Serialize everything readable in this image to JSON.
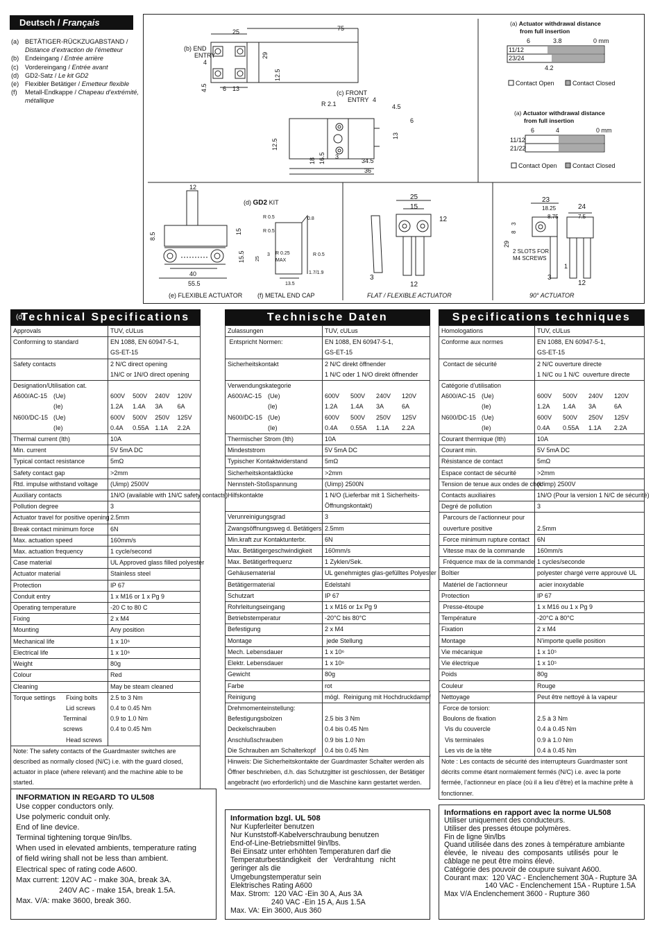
{
  "legend": {
    "title_de": "Deutsch",
    "title_sep": "/",
    "title_fr": "Français",
    "items": [
      {
        "key": "(a)",
        "de": "BETÄTIGER-RÜCKZUGABSTAND /",
        "fr": "Distance d’extraction de l’émetteur"
      },
      {
        "key": "(b)",
        "de": "Endeingang /",
        "fr": "Entrée  arrière"
      },
      {
        "key": "(c)",
        "de": "Vordereingang /",
        "fr": "Entrée avant"
      },
      {
        "key": "(d)",
        "de": "GD2-Satz /",
        "fr": "Le kit GD2"
      },
      {
        "key": "(e)",
        "de": "Flexibler Betätiger /",
        "fr": "Emetteur flexible"
      },
      {
        "key": "(f)",
        "de": "Metall-Endkappe /",
        "fr": "Chapeau d’extrémité, métallique"
      }
    ]
  },
  "drawing": {
    "top_dims": {
      "d25": "25",
      "d75": "75",
      "d29": "29",
      "d12_5": "12.5",
      "d4": "4",
      "d4_5": "4.5",
      "d6": "6",
      "d13": "13"
    },
    "end_entry": "(b) END\nENTRY",
    "front_entry": "(c) FRONT\nENTRY",
    "front_dims": {
      "r": "R 2.1",
      "d4": "4",
      "d4_5": "4.5",
      "d6": "6",
      "d13": "13",
      "d12_5": "12.5",
      "d18": "18",
      "d16_5": "16.5",
      "d3": "3",
      "d34_5": "34.5",
      "d36": "36"
    },
    "withdrawal1": {
      "title_key": "(a)",
      "title": "Actuator withdrawal distance",
      "title2": "from full insertion",
      "scale": [
        "6",
        "3.8",
        "0 mm"
      ],
      "rows": [
        "11/12",
        "23/24"
      ],
      "below": "4.2",
      "legend_open": "Contact Open",
      "legend_closed": "Contact Closed"
    },
    "withdrawal2": {
      "title_key": "(a)",
      "title": "Actuator withdrawal distance",
      "title2": "from full insertion",
      "scale": [
        "6",
        "4",
        "0 mm"
      ],
      "rows": [
        "11/12",
        "21/22"
      ],
      "legend_open": "Contact Open",
      "legend_closed": "Contact Closed"
    },
    "kit_label": "(d)",
    "kit_name": "GD2",
    "kit_suffix": "KIT",
    "flex_label": "(e) FLEXIBLE ACTUATOR",
    "cap_label": "(f) METAL END CAP",
    "flat_label": "FLAT / FLEXIBLE ACTUATOR",
    "ninety_label": "90° ACTUATOR",
    "flex_dims": {
      "d12": "12",
      "d8_5": "8.5",
      "d15": "15",
      "d15_5": "15.5",
      "d40": "40",
      "d55_5": "55.5"
    },
    "cap_dims": {
      "r05a": "R 0.5",
      "r05b": "R 0.5",
      "r05c": "R 0.5",
      "r025": "R 0.25",
      "max": "MAX",
      "d0_8": "0.8",
      "d25": "25",
      "d3": "3",
      "d13_5": "13.5",
      "d17": "1.7/1.9"
    },
    "flat_dims": {
      "d25": "25",
      "d15": "15",
      "d12": "12",
      "d3": "3",
      "d12b": "12"
    },
    "ninety_dims": {
      "d23": "23",
      "d18_25": "18.25",
      "d8_75": "8.75",
      "d24": "24",
      "d7_5": "7.5",
      "d3": "3",
      "d8": "8",
      "d29": "29",
      "slots": "2 SLOTS FOR\nM4 SCREWS",
      "d1": "1",
      "d3b": "3",
      "d12": "12"
    }
  },
  "spec_en": {
    "tag": "(d)",
    "title": "Technical Specifications",
    "rows": [
      [
        "Approvals",
        "TUV, cULus"
      ],
      [
        "Conforming to standard",
        "EN 1088, EN 60947-5-1,\nGS-ET-15"
      ],
      [
        "Safety contacts",
        "2 N/C direct opening\n1N/C or 1N/O direct opening"
      ],
      [
        "Designation/Utilisation cat.",
        ""
      ],
      [
        "Thermal current (Ith)",
        "10A"
      ],
      [
        "Min. current",
        "5V 5mA DC"
      ],
      [
        "Typical contact resistance",
        "5mΩ"
      ],
      [
        "Safety contact gap",
        ">2mm"
      ],
      [
        "Rtd. impulse withstand voltage",
        "(Uimp) 2500V"
      ],
      [
        "Auxiliary contacts",
        "1N/O (available with 1N/C safety contacts)"
      ],
      [
        "Pollution degree",
        "3"
      ],
      [
        "Actuator travel for positive opening",
        "2.5mm"
      ],
      [
        "Break contact minimum force",
        "6N"
      ],
      [
        "Max. actuation speed",
        "160mm/s"
      ],
      [
        "Max. actuation frequency",
        "1 cycle/second"
      ],
      [
        "Case material",
        "UL Approved glass filled polyester"
      ],
      [
        "Actuator material",
        "Stainless steel"
      ],
      [
        "Protection",
        "IP 67"
      ],
      [
        "Conduit entry",
        "1 x M16 or 1 x Pg 9"
      ],
      [
        "Operating temperature",
        "-20 C to 80 C"
      ],
      [
        "Fixing",
        "2 x M4"
      ],
      [
        "Mounting",
        "Any position"
      ],
      [
        "Mechanical life",
        "1 x 10⁶"
      ],
      [
        "Electrical life",
        "1 x 10⁶"
      ],
      [
        "Weight",
        "80g"
      ],
      [
        "Colour",
        "Red"
      ],
      [
        "Cleaning",
        "May be steam cleaned"
      ]
    ],
    "util": {
      "a600": "A600/AC-15",
      "n600": "N600/DC-15",
      "ue": "(Ue)",
      "ie": "(Ie)",
      "a_ue": [
        "600V",
        "500V",
        "240V",
        "120V"
      ],
      "a_ie": [
        "1.2A",
        "1.4A",
        "3A",
        "6A"
      ],
      "n_ue": [
        "600V",
        "500V",
        "250V",
        "125V"
      ],
      "n_ie": [
        "0.4A",
        "0.55A",
        "1.1A",
        "2.2A"
      ]
    },
    "torque": {
      "label": "Torque settings",
      "items": [
        [
          "Fixing bolts",
          "2.5 to 3 Nm"
        ],
        [
          "Lid screws",
          "0.4 to 0.45 Nm"
        ],
        [
          "Terminal screws",
          "0.9 to 1.0 Nm"
        ],
        [
          "Head screws",
          "0.4 to 0.45 Nm"
        ]
      ]
    },
    "note": "Note: The safety contacts of the Guardmaster switches are described as normally closed (N/C) i.e. with the guard closed, actuator in place (where relevant) and the machine able to be started."
  },
  "spec_de": {
    "title": "Technische Daten",
    "rows": [
      [
        "Zulassungen",
        "TUV, cULus"
      ],
      [
        " Entspricht Normen:",
        "EN 1088, EN 60947-5-1,\nGS-ET-15"
      ],
      [
        "Sicherheitskontakt",
        "2 N/C direkt öffnender\n1 N/C oder 1 N/O direkt öffnender"
      ],
      [
        "Verwendungskategorie",
        ""
      ],
      [
        "Thermischer Strom (Ith)",
        "10A"
      ],
      [
        "Mindeststrom",
        "5V 5mA DC"
      ],
      [
        "Typischer Kontaktwiderstand",
        "5mΩ"
      ],
      [
        "Sicherheitskontaktlücke",
        ">2mm"
      ],
      [
        "Nennsteh-Stoßspannung",
        "(Uimp) 2500N"
      ],
      [
        "Hilfskontakte",
        "1 N/O (Lieferbar mit 1 Sicherheits-\nÖffnungskontakt)"
      ],
      [
        "Verunreinigungsgrad",
        "3"
      ],
      [
        "Zwangsöffnungsweg d. Betätigers",
        "2.5mm"
      ],
      [
        "Min.kraft zur Kontaktunterbr.",
        "6N"
      ],
      [
        "Max. Betätigergeschwindigkeit",
        "160mm/s"
      ],
      [
        "Max. Betätigerfrequenz",
        "1 Zyklen/Sek."
      ],
      [
        "Gehäusematerial",
        "UL genehmigtes glas-gefülltes Polyester"
      ],
      [
        "Betätigermaterial",
        "Edelstahl"
      ],
      [
        "Schutzart",
        "IP 67"
      ],
      [
        "Rohrleitungseingang",
        "1 x M16 or 1x Pg 9"
      ],
      [
        "Betriebstemperatur",
        "-20°C bis 80°C"
      ],
      [
        "Befestigung",
        "2 x M4"
      ],
      [
        "Montage",
        " jede Stellung"
      ],
      [
        "Mech. Lebensdauer",
        "1 x 10⁶"
      ],
      [
        "Elektr. Lebensdauer",
        "1 x 10⁶"
      ],
      [
        "Gewicht",
        "80g"
      ],
      [
        "Farbe",
        "rot"
      ],
      [
        "Reinigung",
        "mögl.  Reinigung mit Hochdruckdampf"
      ]
    ],
    "util": {
      "a600": "A600/AC-15",
      "n600": "N600/DC-15",
      "ue": "(Ue)",
      "ie": "(Ie)",
      "a_ue": [
        "600V",
        "500V",
        "240V",
        "120V"
      ],
      "a_ie": [
        "1.2A",
        "1.4A",
        "3A",
        "6A"
      ],
      "n_ue": [
        "600V",
        "500V",
        "250V",
        "125V"
      ],
      "n_ie": [
        "0.4A",
        "0.55A",
        "1.1A",
        "2.2A"
      ]
    },
    "torque": {
      "label": "Drehmomenteinstellung:",
      "items": [
        [
          "Befestigungsbolzen",
          "2.5 bis 3 Nm"
        ],
        [
          "Deckelschrauben",
          "0.4 bis 0.45 Nm"
        ],
        [
          "Anschlußschrauben",
          "0.9 bis 1.0 Nm"
        ],
        [
          "Die Schrauben am Schalterkopf",
          "0.4 bis 0.45 Nm"
        ]
      ]
    },
    "note": "Hinweis: Die Sicherheitskontakte der Guardmaster Schalter werden als Öffner beschrieben, d.h. das Schutzgitter ist geschlossen, der Betätiger angebracht (wo erforderlich) und die Maschine kann gestartet werden."
  },
  "spec_fr": {
    "title": "Specifications techniques",
    "rows": [
      [
        "Homologations",
        "TUV, cULus"
      ],
      [
        "Conforme aux normes",
        "EN 1088, EN 60947-5-1,\nGS-ET-15"
      ],
      [
        " Contact de sécurité",
        "2 N/C ouverture directe\n1 N/C ou 1 N/C  ouverture directe"
      ],
      [
        " Catégorie d’utilisation",
        ""
      ],
      [
        "Courant thermique (Ith)",
        "10A"
      ],
      [
        "Courant min.",
        "5V 5mA DC"
      ],
      [
        "Résistance de contact",
        "5mΩ"
      ],
      [
        "Espace contact de sécurité",
        ">2mm"
      ],
      [
        "Tension de tenue aux ondes de choc",
        "(Uimp) 2500V"
      ],
      [
        "Contacts auxiliaires",
        "1N/O (Pour la version 1 N/C de sécurité)"
      ],
      [
        "Degré de pollution",
        "3"
      ],
      [
        " Parcours de l’actionneur pour\n ouverture positive",
        "\n2.5mm"
      ],
      [
        " Force minimum rupture contact",
        "6N"
      ],
      [
        " Vitesse max de la commande",
        "160mm/s"
      ],
      [
        " Fréquence max de la commande",
        "1 cycles/seconde"
      ],
      [
        "Boîtier",
        "polyester chargé verre approuvé UL"
      ],
      [
        " Matériel de l’actionneur",
        " acier inoxydable"
      ],
      [
        "Protection",
        "IP 67"
      ],
      [
        " Presse-étoupe",
        "1 x M16 ou 1 x Pg 9"
      ],
      [
        "Température",
        "-20°C à 80°C"
      ],
      [
        "Fixation",
        "2 x M4"
      ],
      [
        "Montage",
        "N’importe quelle position"
      ],
      [
        "Vie mécanique",
        "1 x 10⁵"
      ],
      [
        "Vie électrique",
        "1 x 10⁵"
      ],
      [
        "Poids",
        "80g"
      ],
      [
        "Couleur",
        "Rouge"
      ],
      [
        "Nettoyage",
        "Peut être nettoyé à la vapeur"
      ]
    ],
    "util": {
      "a600": "A600/AC-15",
      "n600": "N600/DC-15",
      "ue": "(Ue)",
      "ie": "(Ie)",
      "a_ue": [
        "600V",
        "500V",
        "240V",
        "120V"
      ],
      "a_ie": [
        "1.2A",
        "1.4A",
        "3A",
        "6A"
      ],
      "n_ue": [
        "600V",
        "500V",
        "250V",
        "125V"
      ],
      "n_ie": [
        "0.4A",
        "0.55A",
        "1.1A",
        "2.2A"
      ]
    },
    "torque": {
      "label": " Force de torsion:",
      "items": [
        [
          " Boulons de fixation",
          "2.5 à 3 Nm"
        ],
        [
          "  Vis du couvercle",
          "0.4 à 0.45 Nm"
        ],
        [
          "  Vis terminales",
          "0.9 à 1.0 Nm"
        ],
        [
          "  Les vis de la tête",
          "0.4 à 0.45 Nm"
        ]
      ]
    },
    "note": "Note : Les contacts de sécurité des interrupteurs Guardmaster sont décrits comme étant normalement fermés (N/C) i.e. avec la porte fermée, l’actionneur en place (où il a lieu d’être) et la machine prête à fonctionner."
  },
  "ul_en": {
    "title": "INFORMATION IN REGARD TO UL508",
    "lines": [
      "Use copper conductors only.",
      "Use polymeric conduit only.",
      "End of line device.",
      "Terminal tightening torque 9in/lbs.",
      "When used in elevated ambients, temperature rating",
      "of field wiring shall not be less than ambient.",
      "Electrical spec of rating code A600.",
      "Max current: 120V AC - make 30A, break 3A.",
      "                    240V AC - make 15A, break 1.5A.",
      "Max. V/A: make 3600, break 360."
    ]
  },
  "ul_de": {
    "title": "Information bzgl. UL 508",
    "lines": [
      "Nur Kupferleiter benutzen",
      "Nur Kunststoff-Kabelverschraubung benutzen",
      "End-of-Line-Betriebsmittel 9in/lbs.",
      "Bei Einsatz unter erhöhten Temperaturen darf die",
      "Temperaturbeständigkeit   der   Verdrahtung   nicht",
      "geringer als die",
      "Umgebungstemperatur sein",
      "Elektrisches Rating A600",
      "Max. Strom:  120 VAC -Ein 30 A, Aus 3A",
      "                    240 VAC -Ein 15 A, Aus 1.5A",
      "Max. VA: Ein 3600, Aus 360"
    ]
  },
  "ul_fr": {
    "title": "Informations en rapport avec la norme UL508",
    "lines": [
      "Utiliser uniquement des conducteurs.",
      "Utiliser des presses étoupe polymères.",
      "Fin de ligne 9in/lbs",
      "Quand utilisée dans des zones à température ambiante",
      "élevée,  le  niveau  des  composants  utilisés  pour  le",
      "câblage ne peut être moins élevé.",
      "Catégorie des pouvoir de coupure suivant A600.",
      "Courant max:  120 VAC - Enclenchement 30A - Rupture 3A",
      "                    140 VAC - Enclenchement 15A - Rupture 1.5A",
      "Max V/A Enclenchement 3600 - Rupture 360"
    ]
  }
}
